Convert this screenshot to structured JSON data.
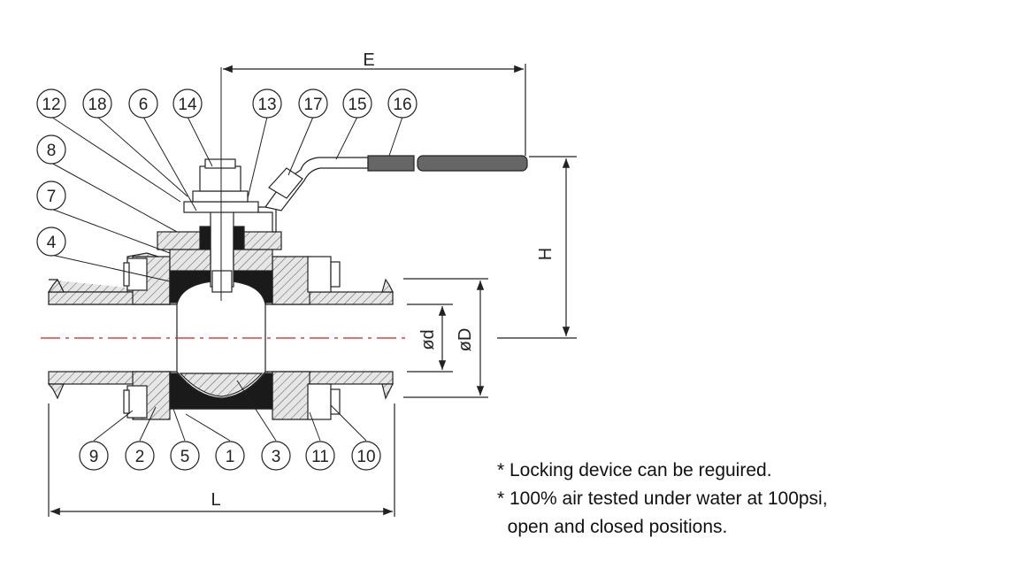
{
  "callouts": [
    "12",
    "18",
    "6",
    "14",
    "13",
    "17",
    "15",
    "16",
    "8",
    "7",
    "4",
    "9",
    "2",
    "5",
    "1",
    "3",
    "11",
    "10"
  ],
  "dimensions": {
    "E": "E",
    "H": "H",
    "d": "ød",
    "D": "øD",
    "L": "L"
  },
  "notes": [
    "* Locking device can be reguired.",
    "* 100% air tested under water at 100psi,",
    "  open and closed positions."
  ],
  "colors": {
    "line": "#222222",
    "centerline": "#cc2222",
    "seat": "#1a1a1a",
    "grip": "#666666"
  }
}
